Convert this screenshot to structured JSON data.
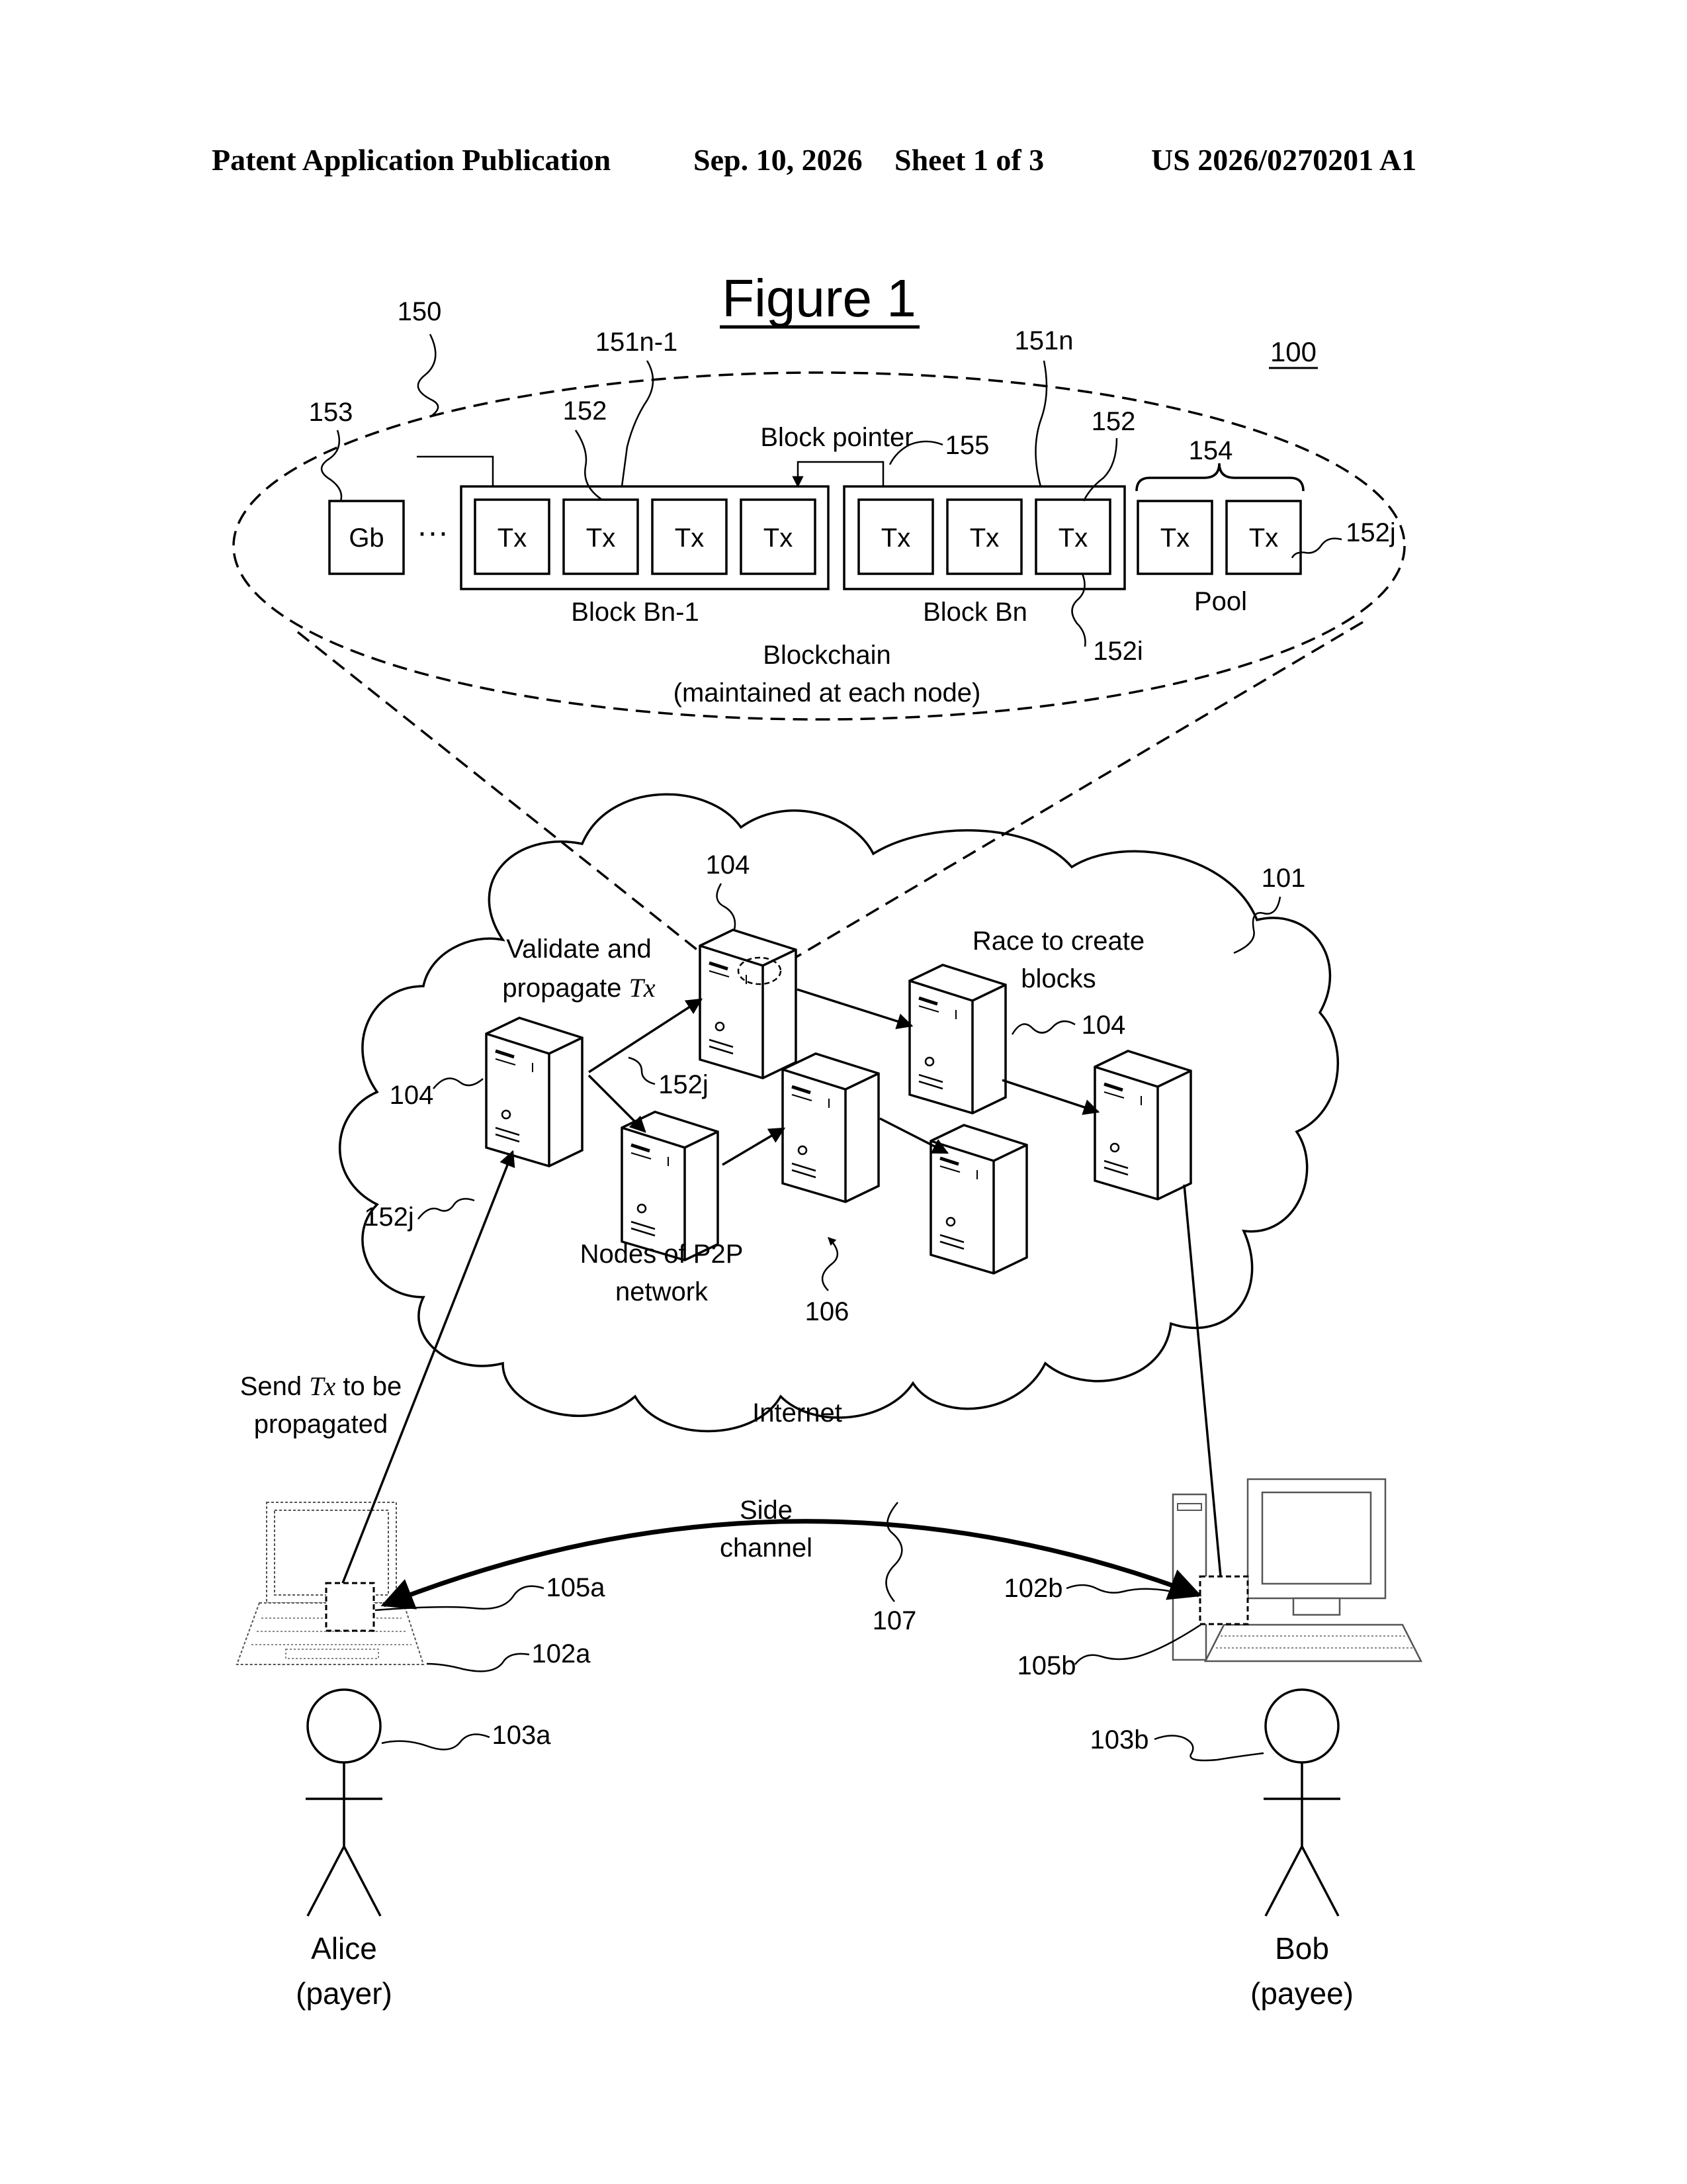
{
  "header": {
    "left": "Patent Application Publication",
    "date": "Sep. 10, 2026",
    "sheet": "Sheet 1 of 3",
    "number": "US 2026/0270201 A1"
  },
  "figure": {
    "title": "Figure 1",
    "system_ref": "100",
    "blockchain": {
      "ref": "150",
      "genesis_label": "Gb",
      "ellipsis": "···",
      "tx_label": "Tx",
      "block_prev_label": "Block Bn-1",
      "block_prev_ref": "151n-1",
      "block_curr_label": "Block Bn",
      "block_curr_ref": "151n",
      "block_pointer_label": "Block pointer",
      "block_pointer_ref": "155",
      "pool_label": "Pool",
      "pool_ref": "154",
      "tx_ref_a": "152",
      "tx_ref_b": "152",
      "genesis_ref": "153",
      "tx_i_ref": "152i",
      "tx_j_ref": "152j",
      "caption_line1": "Blockchain",
      "caption_line2": "(maintained at each node)"
    },
    "network": {
      "ref": "101",
      "internet_label": "Internet",
      "p2p_ref": "106",
      "node_ref": "104",
      "validate_line1": "Validate and",
      "validate_line2_prefix": "propagate ",
      "validate_line2_tx": "Tx",
      "race_line1": "Race to create",
      "race_line2": "blocks",
      "nodes_line1": "Nodes of P2P",
      "nodes_line2": "network",
      "tx_j_ref": "152j"
    },
    "send": {
      "line1_prefix": "Send ",
      "line1_tx": "Tx",
      "line1_suffix": " to be",
      "line2": "propagated",
      "ref": "152j"
    },
    "side_channel": {
      "line1": "Side",
      "line2": "channel",
      "ref": "107"
    },
    "alice": {
      "name": "Alice",
      "role": "(payer)",
      "device_ref": "102a",
      "app_ref": "105a",
      "person_ref": "103a"
    },
    "bob": {
      "name": "Bob",
      "role": "(payee)",
      "device_ref": "102b",
      "app_ref": "105b",
      "person_ref": "103b"
    }
  }
}
